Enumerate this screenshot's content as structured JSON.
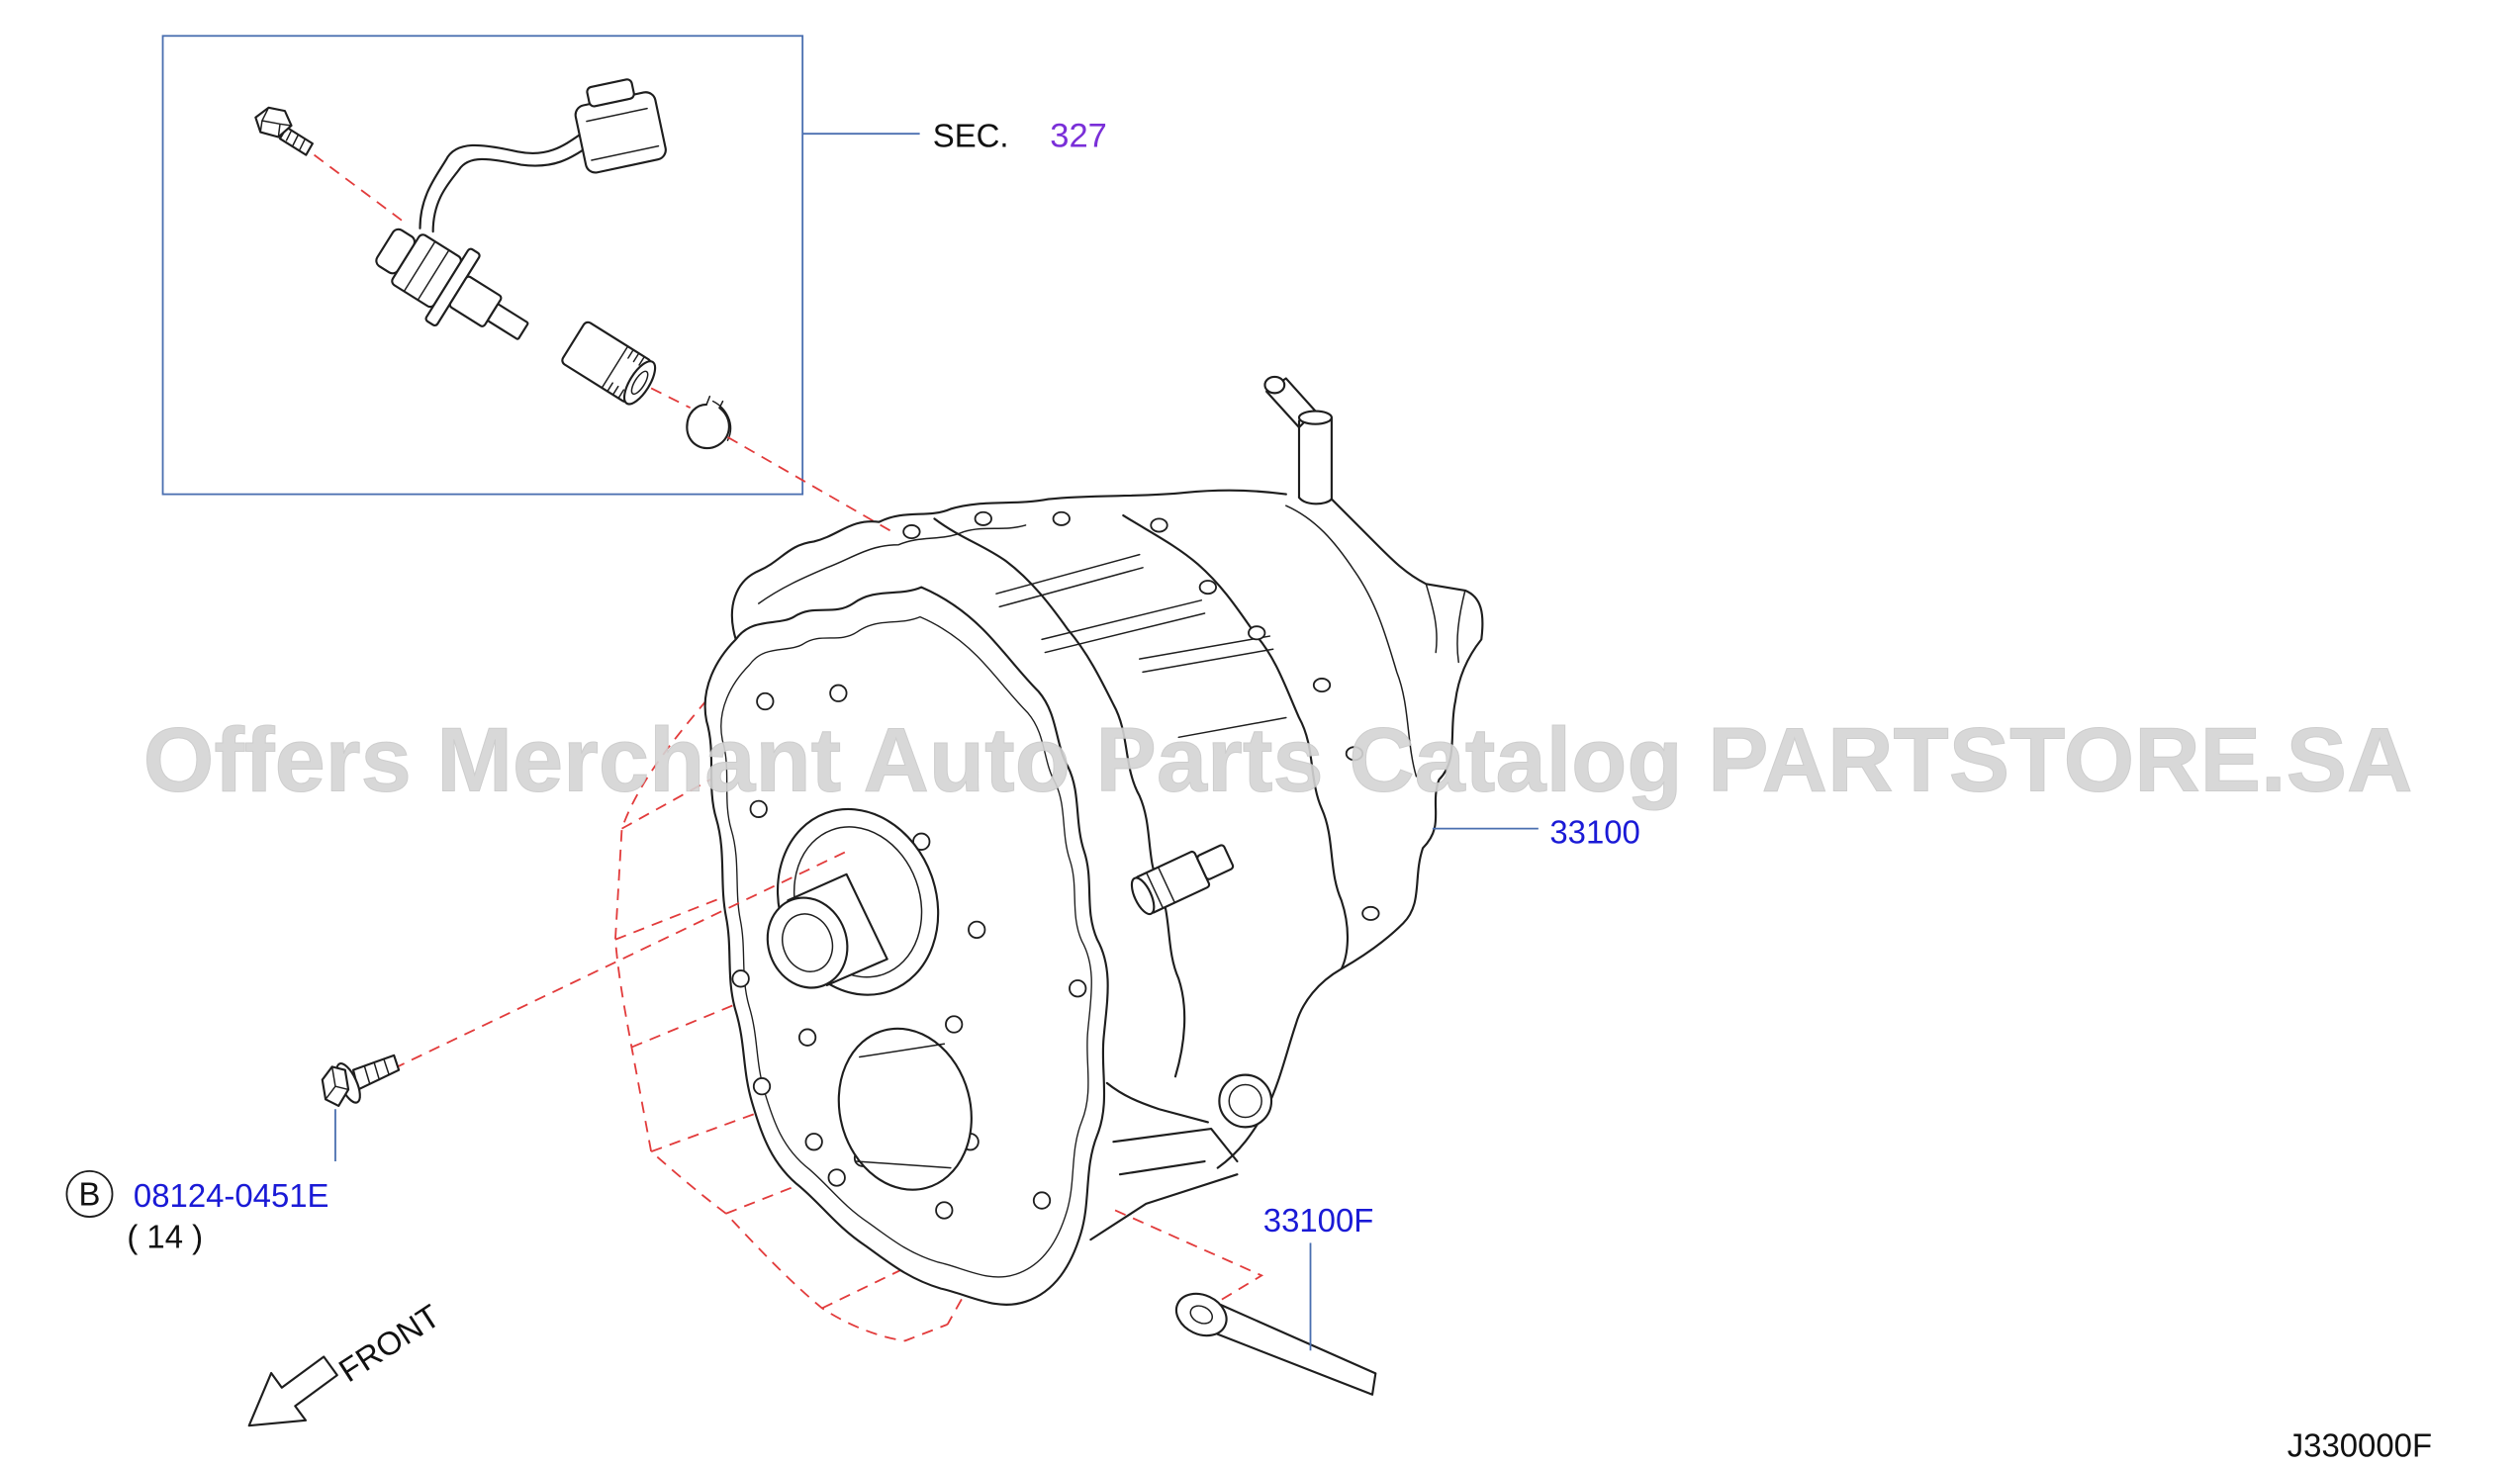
{
  "section_ref": {
    "prefix": "SEC.",
    "number": "327"
  },
  "callouts": {
    "transmission_case": "33100",
    "case_tab": "33100F",
    "bolt": {
      "badge": "B",
      "part_number": "08124-0451E",
      "quantity": "( 14 )"
    }
  },
  "direction_label": "FRONT",
  "diagram_code": "J330000F",
  "watermark": "Offers Merchant Auto Parts Catalog PARTSTORE.SA",
  "colors": {
    "callout_blue": "#1a1ad6",
    "section_purple": "#7a2fd8",
    "dash_red": "#e23b3b",
    "frame_blue": "#4a6fb0",
    "line": "#1e1e1e",
    "watermark": "#d4d4d4"
  }
}
